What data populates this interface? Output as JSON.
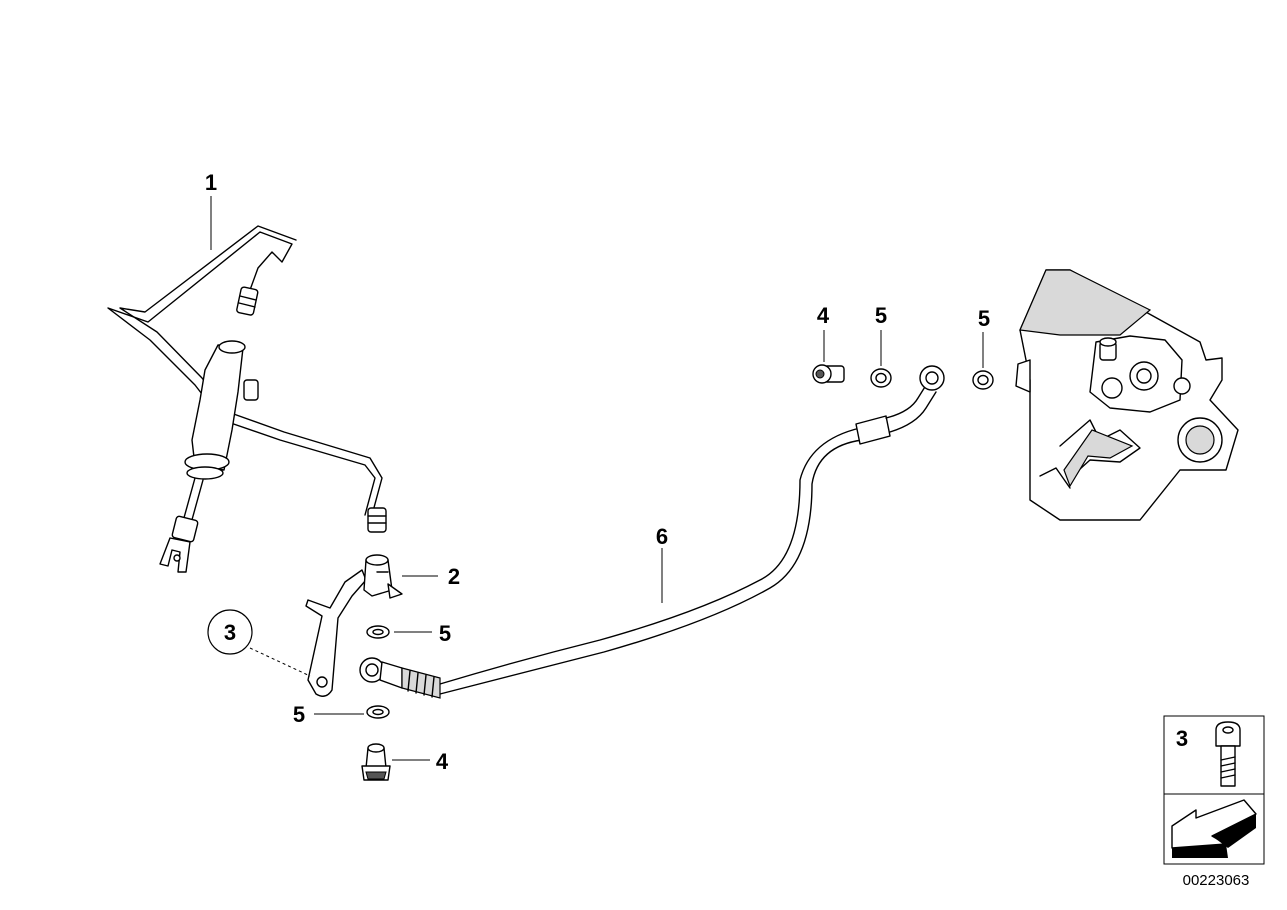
{
  "callouts": {
    "line_1": "1",
    "bracket_2": "2",
    "bracket_circled_3": "3",
    "bolt_4_top": "4",
    "washer_5_top_a": "5",
    "washer_5_top_b": "5",
    "washer_5_mid": "5",
    "washer_5_low": "5",
    "bolt_4_low": "4",
    "hose_6": "6"
  },
  "inset": {
    "label": "3"
  },
  "document_number": "00223063",
  "colors": {
    "ink": "#000000",
    "shade": "#d9d9d9",
    "background": "#ffffff"
  }
}
